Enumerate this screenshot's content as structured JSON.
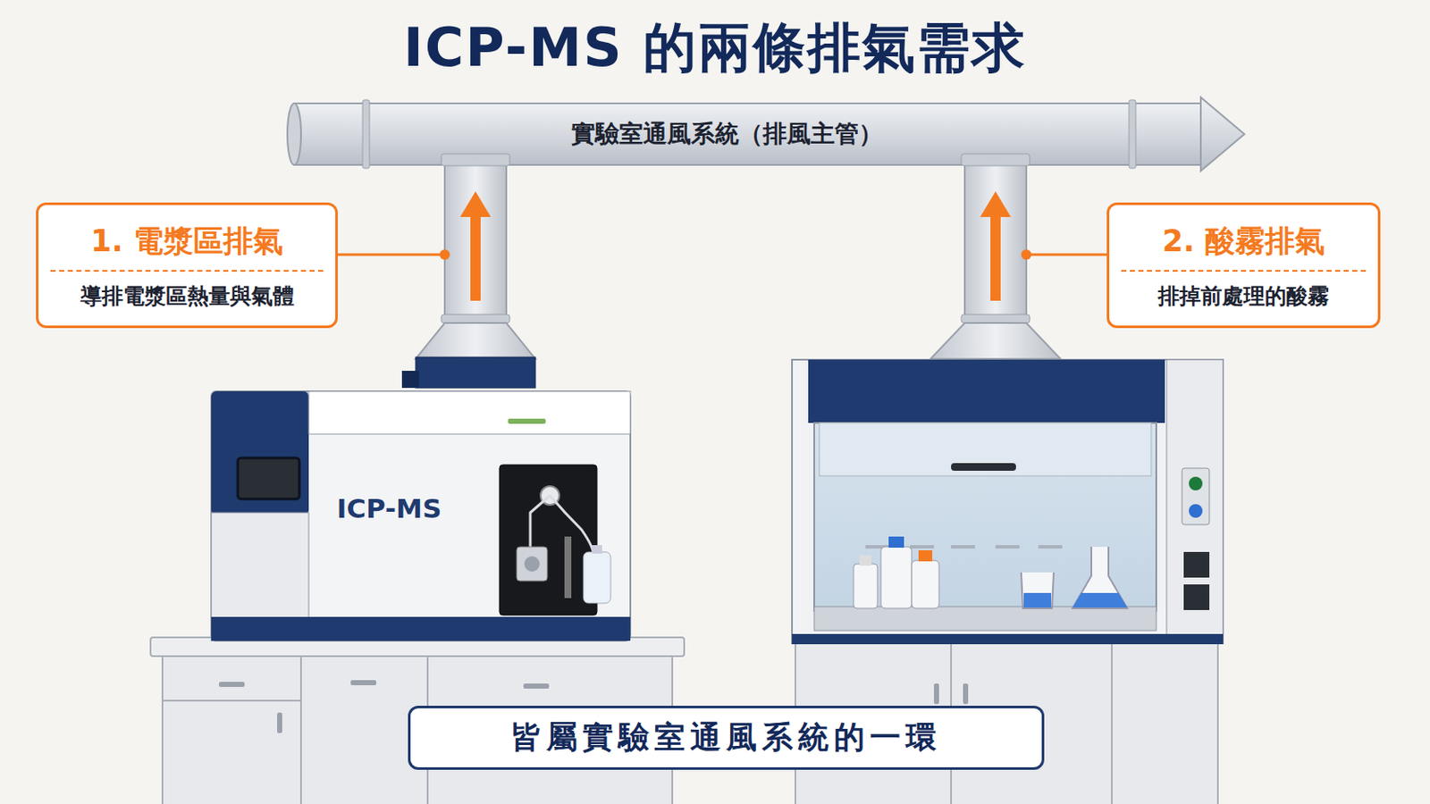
{
  "diagram": {
    "title": "ICP-MS 的兩條排氣需求",
    "nodes": [
      {
        "text": [
          "實驗室通風系統（排風主管）"
        ]
      },
      {
        "text": [
          "1. 電漿區排氣",
          "導排電漿區熱量與氣體"
        ]
      },
      {
        "text": [
          "2. 酸霧排氣",
          "排掉前處理的酸霧"
        ]
      },
      {
        "text": [
          "ICP-MS"
        ]
      },
      {
        "text": [
          "皆屬實驗室通風系統的一環"
        ]
      }
    ]
  }
}
